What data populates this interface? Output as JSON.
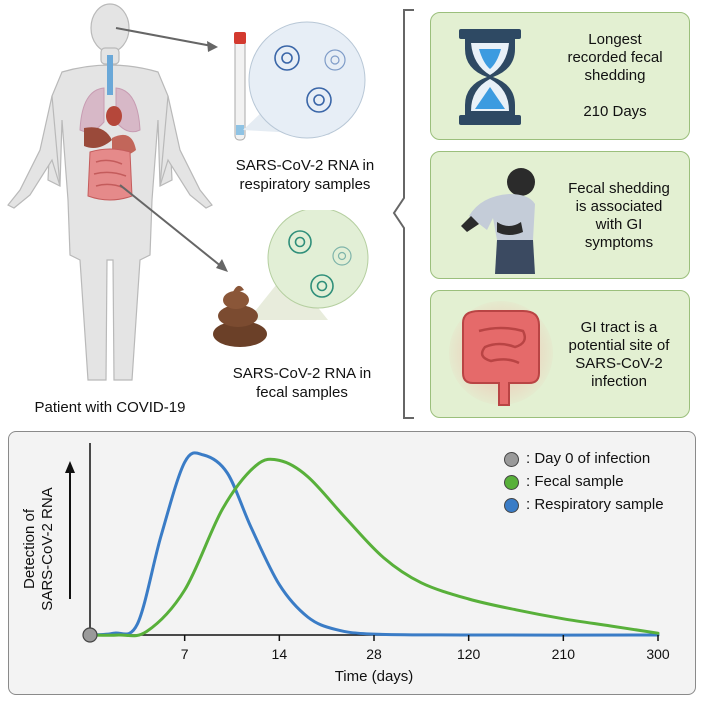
{
  "labels": {
    "respiratory_caption_1": "SARS-CoV-2 RNA in",
    "respiratory_caption_2": "respiratory samples",
    "fecal_caption_1": "SARS-CoV-2 RNA in",
    "fecal_caption_2": "fecal samples",
    "patient_caption": "Patient with COVID-19"
  },
  "cards": [
    {
      "lines": [
        "Longest",
        "recorded fecal",
        "shedding"
      ],
      "extra": "210 Days",
      "icon": "hourglass-icon"
    },
    {
      "lines": [
        "Fecal shedding",
        "is associated",
        "with GI",
        "symptoms"
      ],
      "icon": "abdominal-pain-person-icon"
    },
    {
      "lines": [
        "GI tract is a",
        "potential site of",
        "SARS-CoV-2",
        "infection"
      ],
      "icon": "intestine-icon"
    }
  ],
  "colors": {
    "fecal": "#58b03a",
    "respiratory": "#3a7cc6",
    "day0": "#9a9a9a",
    "card_bg": "#e3f0d2",
    "card_border": "#9bbf7c"
  },
  "chart_data": {
    "type": "line",
    "ylabel_1": "Detection of",
    "ylabel_2": "SARS-CoV-2 RNA",
    "xlabel": "Time (days)",
    "x_ticks": [
      "7",
      "14",
      "28",
      "120",
      "210",
      "300"
    ],
    "legend": [
      {
        "label": ": Day 0 of infection",
        "color": "#9a9a9a"
      },
      {
        "label": ": Fecal sample",
        "color": "#58b03a"
      },
      {
        "label": ": Respiratory sample",
        "color": "#3a7cc6"
      }
    ],
    "series": [
      {
        "key": "respiratory",
        "color": "#3a7cc6",
        "points": [
          [
            0,
            0
          ],
          [
            0.25,
            0.01
          ],
          [
            0.5,
            0.06
          ],
          [
            0.75,
            0.55
          ],
          [
            1.0,
            0.96
          ],
          [
            1.2,
            1.0
          ],
          [
            1.45,
            0.9
          ],
          [
            1.7,
            0.6
          ],
          [
            2.0,
            0.28
          ],
          [
            2.3,
            0.1
          ],
          [
            2.6,
            0.03
          ],
          [
            3.0,
            0.005
          ],
          [
            4,
            0
          ],
          [
            6,
            0
          ]
        ]
      },
      {
        "key": "fecal",
        "color": "#58b03a",
        "points": [
          [
            0,
            0
          ],
          [
            0.3,
            0.0
          ],
          [
            0.6,
            0.02
          ],
          [
            1.0,
            0.25
          ],
          [
            1.4,
            0.7
          ],
          [
            1.75,
            0.94
          ],
          [
            2.0,
            0.97
          ],
          [
            2.3,
            0.88
          ],
          [
            2.7,
            0.65
          ],
          [
            3.1,
            0.43
          ],
          [
            3.5,
            0.29
          ],
          [
            4.0,
            0.2
          ],
          [
            4.5,
            0.14
          ],
          [
            5.0,
            0.09
          ],
          [
            5.5,
            0.05
          ],
          [
            6.0,
            0.01
          ]
        ]
      }
    ]
  }
}
